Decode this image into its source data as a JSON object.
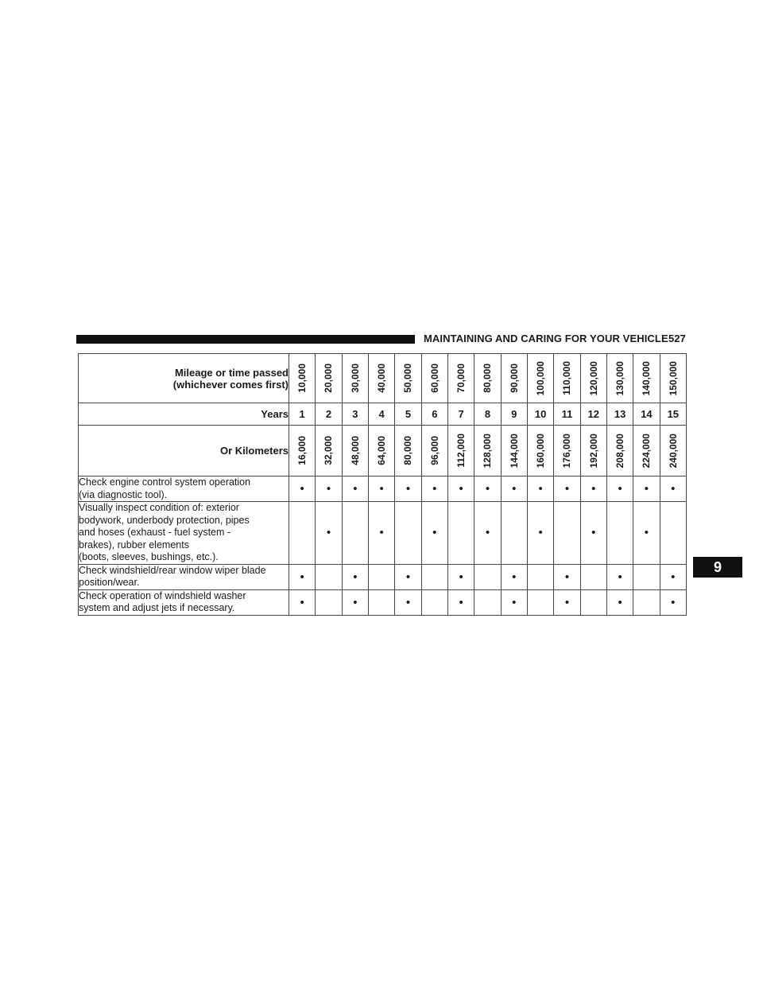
{
  "header": {
    "title": "MAINTAINING AND CARING FOR YOUR VEHICLE",
    "page": "527"
  },
  "tab": "9",
  "table": {
    "mileage_label_line1": "Mileage or time passed",
    "mileage_label_line2": "(whichever comes first)",
    "years_label": "Years",
    "km_label": "Or Kilometers",
    "miles": [
      "10,000",
      "20,000",
      "30,000",
      "40,000",
      "50,000",
      "60,000",
      "70,000",
      "80,000",
      "90,000",
      "100,000",
      "110,000",
      "120,000",
      "130,000",
      "140,000",
      "150,000"
    ],
    "years": [
      "1",
      "2",
      "3",
      "4",
      "5",
      "6",
      "7",
      "8",
      "9",
      "10",
      "11",
      "12",
      "13",
      "14",
      "15"
    ],
    "km": [
      "16,000",
      "32,000",
      "48,000",
      "64,000",
      "80,000",
      "96,000",
      "112,000",
      "128,000",
      "144,000",
      "160,000",
      "176,000",
      "192,000",
      "208,000",
      "224,000",
      "240,000"
    ],
    "tasks": [
      {
        "text": "Check engine control system operation\n(via diagnostic tool).",
        "marks": [
          1,
          1,
          1,
          1,
          1,
          1,
          1,
          1,
          1,
          1,
          1,
          1,
          1,
          1,
          1
        ]
      },
      {
        "text": "Visually inspect condition of: exterior\nbodywork, underbody protection, pipes\nand hoses (exhaust - fuel system -\nbrakes), rubber elements\n(boots, sleeves, bushings, etc.).",
        "marks": [
          0,
          1,
          0,
          1,
          0,
          1,
          0,
          1,
          0,
          1,
          0,
          1,
          0,
          1,
          0
        ]
      },
      {
        "text": "Check windshield/rear window wiper blade\nposition/wear.",
        "marks": [
          1,
          0,
          1,
          0,
          1,
          0,
          1,
          0,
          1,
          0,
          1,
          0,
          1,
          0,
          1
        ]
      },
      {
        "text": "Check operation of windshield washer\nsystem and adjust jets if necessary.",
        "marks": [
          1,
          0,
          1,
          0,
          1,
          0,
          1,
          0,
          1,
          0,
          1,
          0,
          1,
          0,
          1
        ]
      }
    ],
    "dot_symbol": "•"
  }
}
